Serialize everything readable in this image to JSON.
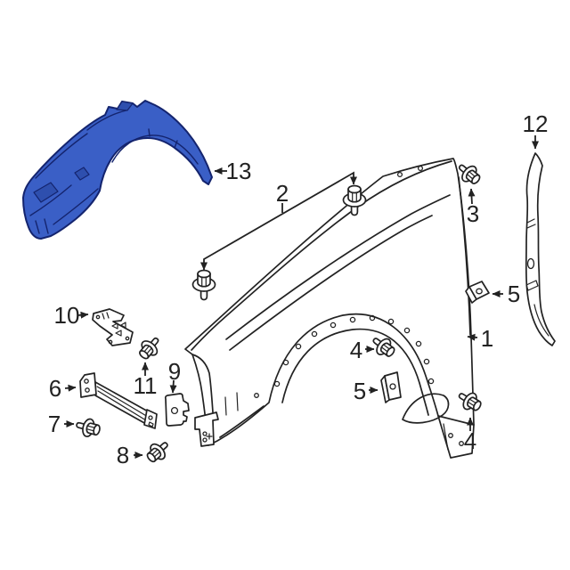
{
  "colors": {
    "background": "#ffffff",
    "line": "#222222",
    "highlight_fill": "#3a5fc6",
    "highlight_stroke": "#14246e",
    "highlight_shade": "#2e4fae"
  },
  "callouts": {
    "c1": {
      "label": "1"
    },
    "c2": {
      "label": "2"
    },
    "c3": {
      "label": "3"
    },
    "c4a": {
      "label": "4"
    },
    "c4b": {
      "label": "4"
    },
    "c5a": {
      "label": "5"
    },
    "c5b": {
      "label": "5"
    },
    "c6": {
      "label": "6"
    },
    "c7": {
      "label": "7"
    },
    "c8": {
      "label": "8"
    },
    "c9": {
      "label": "9"
    },
    "c10": {
      "label": "10"
    },
    "c11": {
      "label": "11"
    },
    "c12": {
      "label": "12"
    },
    "c13": {
      "label": "13"
    }
  }
}
